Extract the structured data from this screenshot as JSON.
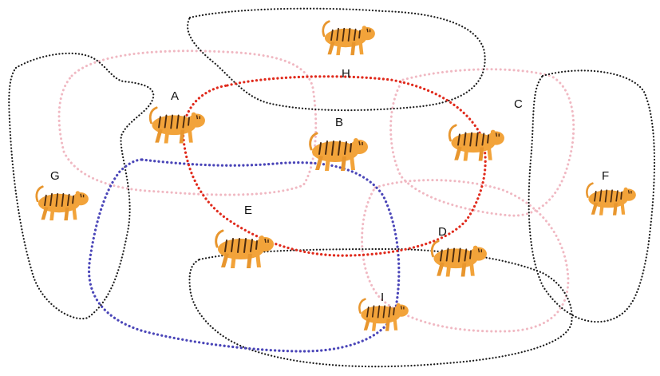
{
  "colors": {
    "black_dots": "#1a1a1a",
    "pink_dots": "#f0b8c2",
    "red_dots": "#e02a1c",
    "blue_dots": "#4a45b8",
    "tiger_body": "#f2a33a",
    "tiger_stripes": "#4a2a10",
    "tiger_legs": "#e8962e"
  },
  "labels": {
    "A": "A",
    "B": "B",
    "C": "C",
    "D": "D",
    "E": "E",
    "F": "F",
    "G": "G",
    "H": "H",
    "I": "I"
  },
  "tiger_icon": "tiger-icon"
}
